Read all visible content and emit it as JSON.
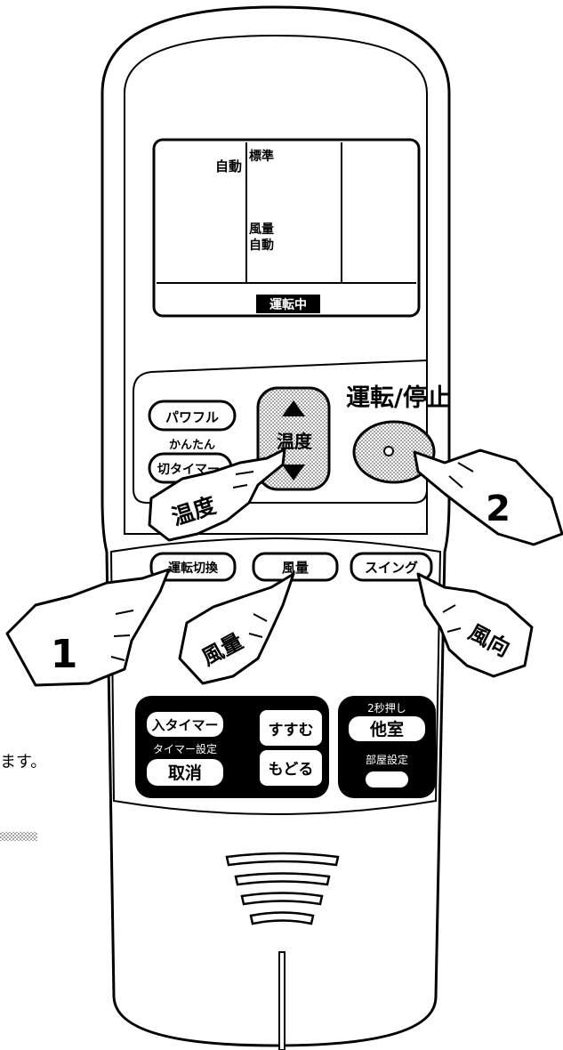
{
  "remote": {
    "lcd": {
      "mode": "自動",
      "temp_level": "標準",
      "fan_label_1": "風量",
      "fan_label_2": "自動",
      "status": "運転中"
    },
    "buttons": {
      "powerful": "パワフル",
      "easy_small": "かんたん",
      "off_timer": "切タイマー",
      "temperature": "温度",
      "run_stop": "運転/停止",
      "mode_switch": "運転切換",
      "fan": "風量",
      "swing": "スイング",
      "on_timer": "入タイマー",
      "timer_setting": "タイマー設定",
      "cancel": "取消",
      "advance": "すすむ",
      "back": "もどる",
      "two_sec_press": "2秒押し",
      "other_room": "他室",
      "room_setting": "部屋設定"
    }
  },
  "callouts": {
    "step1": "1",
    "step2": "2",
    "hand_temperature": "温度",
    "hand_fan": "風量",
    "hand_direction": "風向"
  },
  "side_text": "ます。"
}
